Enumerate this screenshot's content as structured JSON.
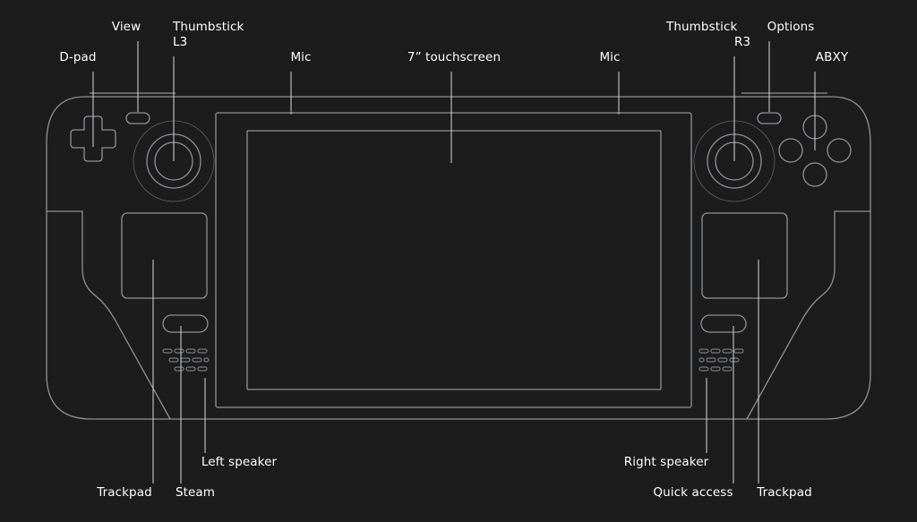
{
  "colors": {
    "background": "#1c1c1c",
    "outline": "#8e9196",
    "leader": "#d6d7da",
    "text": "#ffffff"
  },
  "labels": {
    "view": "View",
    "thumbstick_l3_line1": "Thumbstick",
    "thumbstick_l3_line2": "L3",
    "dpad": "D-pad",
    "mic_left": "Mic",
    "touchscreen": "7” touchscreen",
    "mic_right": "Mic",
    "thumbstick_r3_line1": "Thumbstick",
    "thumbstick_r3_line2": "R3",
    "options": "Options",
    "abxy": "ABXY",
    "left_speaker": "Left speaker",
    "trackpad_left": "Trackpad",
    "steam": "Steam",
    "right_speaker": "Right speaker",
    "quick_access": "Quick access",
    "trackpad_right": "Trackpad"
  }
}
